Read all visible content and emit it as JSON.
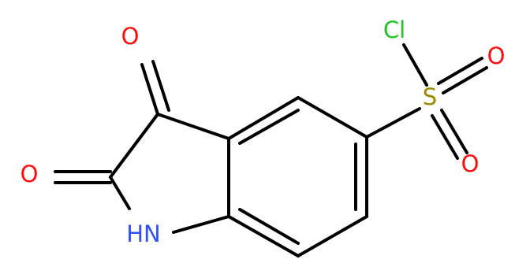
{
  "molecule": {
    "atoms": {
      "chlorine": "Cl",
      "sulfur": "S",
      "sulfonyl_oxygen_top": "O",
      "sulfonyl_oxygen_bottom": "O",
      "ketone_oxygen_c3": "O",
      "amide_oxygen_c2": "O",
      "ring_nitrogen": "HN"
    },
    "colors": {
      "bond": "#000000",
      "chlorine": "#1ec31e",
      "sulfur": "#9a8a00",
      "oxygen": "#ff0d0d",
      "nitrogen": "#3050f8"
    }
  }
}
